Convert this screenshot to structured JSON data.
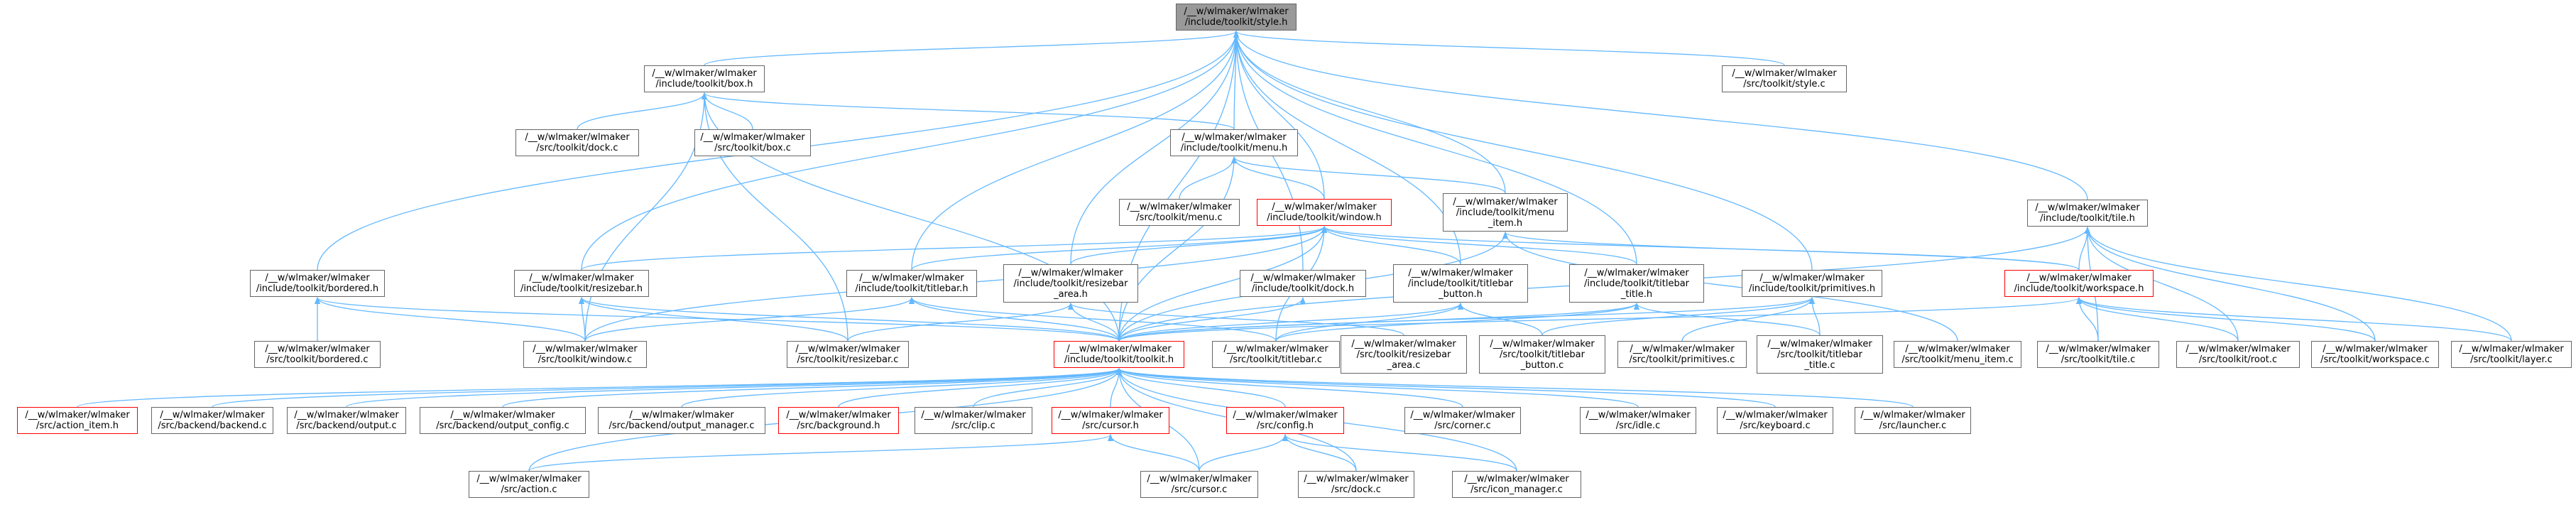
{
  "colors": {
    "edge": "#63b8ff",
    "root_fill": "#999999",
    "default_border": "#666666",
    "incomplete_border": "#ff0000"
  },
  "nodes": {
    "style_h": {
      "l1": "/__w/wlmaker/wlmaker",
      "l2": "/include/toolkit/style.h"
    },
    "box_h": {
      "l1": "/__w/wlmaker/wlmaker",
      "l2": "/include/toolkit/box.h"
    },
    "style_c": {
      "l1": "/__w/wlmaker/wlmaker",
      "l2": "/src/toolkit/style.c"
    },
    "dock_c_tk": {
      "l1": "/__w/wlmaker/wlmaker",
      "l2": "/src/toolkit/dock.c"
    },
    "box_c": {
      "l1": "/__w/wlmaker/wlmaker",
      "l2": "/src/toolkit/box.c"
    },
    "menu_h": {
      "l1": "/__w/wlmaker/wlmaker",
      "l2": "/include/toolkit/menu.h"
    },
    "menu_c": {
      "l1": "/__w/wlmaker/wlmaker",
      "l2": "/src/toolkit/menu.c"
    },
    "window_h": {
      "l1": "/__w/wlmaker/wlmaker",
      "l2": "/include/toolkit/window.h"
    },
    "menu_item_h": {
      "l1": "/__w/wlmaker/wlmaker",
      "l2": "/include/toolkit/menu",
      "l3": "_item.h"
    },
    "tile_h": {
      "l1": "/__w/wlmaker/wlmaker",
      "l2": "/include/toolkit/tile.h"
    },
    "bordered_h": {
      "l1": "/__w/wlmaker/wlmaker",
      "l2": "/include/toolkit/bordered.h"
    },
    "resizebar_h": {
      "l1": "/__w/wlmaker/wlmaker",
      "l2": "/include/toolkit/resizebar.h"
    },
    "titlebar_h": {
      "l1": "/__w/wlmaker/wlmaker",
      "l2": "/include/toolkit/titlebar.h"
    },
    "resizebar_area_h": {
      "l1": "/__w/wlmaker/wlmaker",
      "l2": "/include/toolkit/resizebar",
      "l3": "_area.h"
    },
    "dock_h": {
      "l1": "/__w/wlmaker/wlmaker",
      "l2": "/include/toolkit/dock.h"
    },
    "titlebar_button_h": {
      "l1": "/__w/wlmaker/wlmaker",
      "l2": "/include/toolkit/titlebar",
      "l3": "_button.h"
    },
    "titlebar_title_h": {
      "l1": "/__w/wlmaker/wlmaker",
      "l2": "/include/toolkit/titlebar",
      "l3": "_title.h"
    },
    "primitives_h": {
      "l1": "/__w/wlmaker/wlmaker",
      "l2": "/include/toolkit/primitives.h"
    },
    "workspace_h": {
      "l1": "/__w/wlmaker/wlmaker",
      "l2": "/include/toolkit/workspace.h"
    },
    "bordered_c": {
      "l1": "/__w/wlmaker/wlmaker",
      "l2": "/src/toolkit/bordered.c"
    },
    "window_c": {
      "l1": "/__w/wlmaker/wlmaker",
      "l2": "/src/toolkit/window.c"
    },
    "resizebar_c": {
      "l1": "/__w/wlmaker/wlmaker",
      "l2": "/src/toolkit/resizebar.c"
    },
    "toolkit_h": {
      "l1": "/__w/wlmaker/wlmaker",
      "l2": "/include/toolkit/toolkit.h"
    },
    "titlebar_c": {
      "l1": "/__w/wlmaker/wlmaker",
      "l2": "/src/toolkit/titlebar.c"
    },
    "resizebar_area_c": {
      "l1": "/__w/wlmaker/wlmaker",
      "l2": "/src/toolkit/resizebar",
      "l3": "_area.c"
    },
    "titlebar_button_c": {
      "l1": "/__w/wlmaker/wlmaker",
      "l2": "/src/toolkit/titlebar",
      "l3": "_button.c"
    },
    "primitives_c": {
      "l1": "/__w/wlmaker/wlmaker",
      "l2": "/src/toolkit/primitives.c"
    },
    "titlebar_title_c": {
      "l1": "/__w/wlmaker/wlmaker",
      "l2": "/src/toolkit/titlebar",
      "l3": "_title.c"
    },
    "menu_item_c": {
      "l1": "/__w/wlmaker/wlmaker",
      "l2": "/src/toolkit/menu_item.c"
    },
    "tile_c": {
      "l1": "/__w/wlmaker/wlmaker",
      "l2": "/src/toolkit/tile.c"
    },
    "root_c": {
      "l1": "/__w/wlmaker/wlmaker",
      "l2": "/src/toolkit/root.c"
    },
    "workspace_c": {
      "l1": "/__w/wlmaker/wlmaker",
      "l2": "/src/toolkit/workspace.c"
    },
    "layer_c": {
      "l1": "/__w/wlmaker/wlmaker",
      "l2": "/src/toolkit/layer.c"
    },
    "action_item_h": {
      "l1": "/__w/wlmaker/wlmaker",
      "l2": "/src/action_item.h"
    },
    "backend_c": {
      "l1": "/__w/wlmaker/wlmaker",
      "l2": "/src/backend/backend.c"
    },
    "output_c": {
      "l1": "/__w/wlmaker/wlmaker",
      "l2": "/src/backend/output.c"
    },
    "output_config_c": {
      "l1": "/__w/wlmaker/wlmaker",
      "l2": "/src/backend/output_config.c"
    },
    "output_manager_c": {
      "l1": "/__w/wlmaker/wlmaker",
      "l2": "/src/backend/output_manager.c"
    },
    "background_h": {
      "l1": "/__w/wlmaker/wlmaker",
      "l2": "/src/background.h"
    },
    "clip_c": {
      "l1": "/__w/wlmaker/wlmaker",
      "l2": "/src/clip.c"
    },
    "cursor_h": {
      "l1": "/__w/wlmaker/wlmaker",
      "l2": "/src/cursor.h"
    },
    "config_h": {
      "l1": "/__w/wlmaker/wlmaker",
      "l2": "/src/config.h"
    },
    "corner_c": {
      "l1": "/__w/wlmaker/wlmaker",
      "l2": "/src/corner.c"
    },
    "idle_c": {
      "l1": "/__w/wlmaker/wlmaker",
      "l2": "/src/idle.c"
    },
    "keyboard_c": {
      "l1": "/__w/wlmaker/wlmaker",
      "l2": "/src/keyboard.c"
    },
    "launcher_c": {
      "l1": "/__w/wlmaker/wlmaker",
      "l2": "/src/launcher.c"
    },
    "action_c": {
      "l1": "/__w/wlmaker/wlmaker",
      "l2": "/src/action.c"
    },
    "cursor_c": {
      "l1": "/__w/wlmaker/wlmaker",
      "l2": "/src/cursor.c"
    },
    "dock_c": {
      "l1": "/__w/wlmaker/wlmaker",
      "l2": "/src/dock.c"
    },
    "icon_manager_c": {
      "l1": "/__w/wlmaker/wlmaker",
      "l2": "/src/icon_manager.c"
    }
  }
}
